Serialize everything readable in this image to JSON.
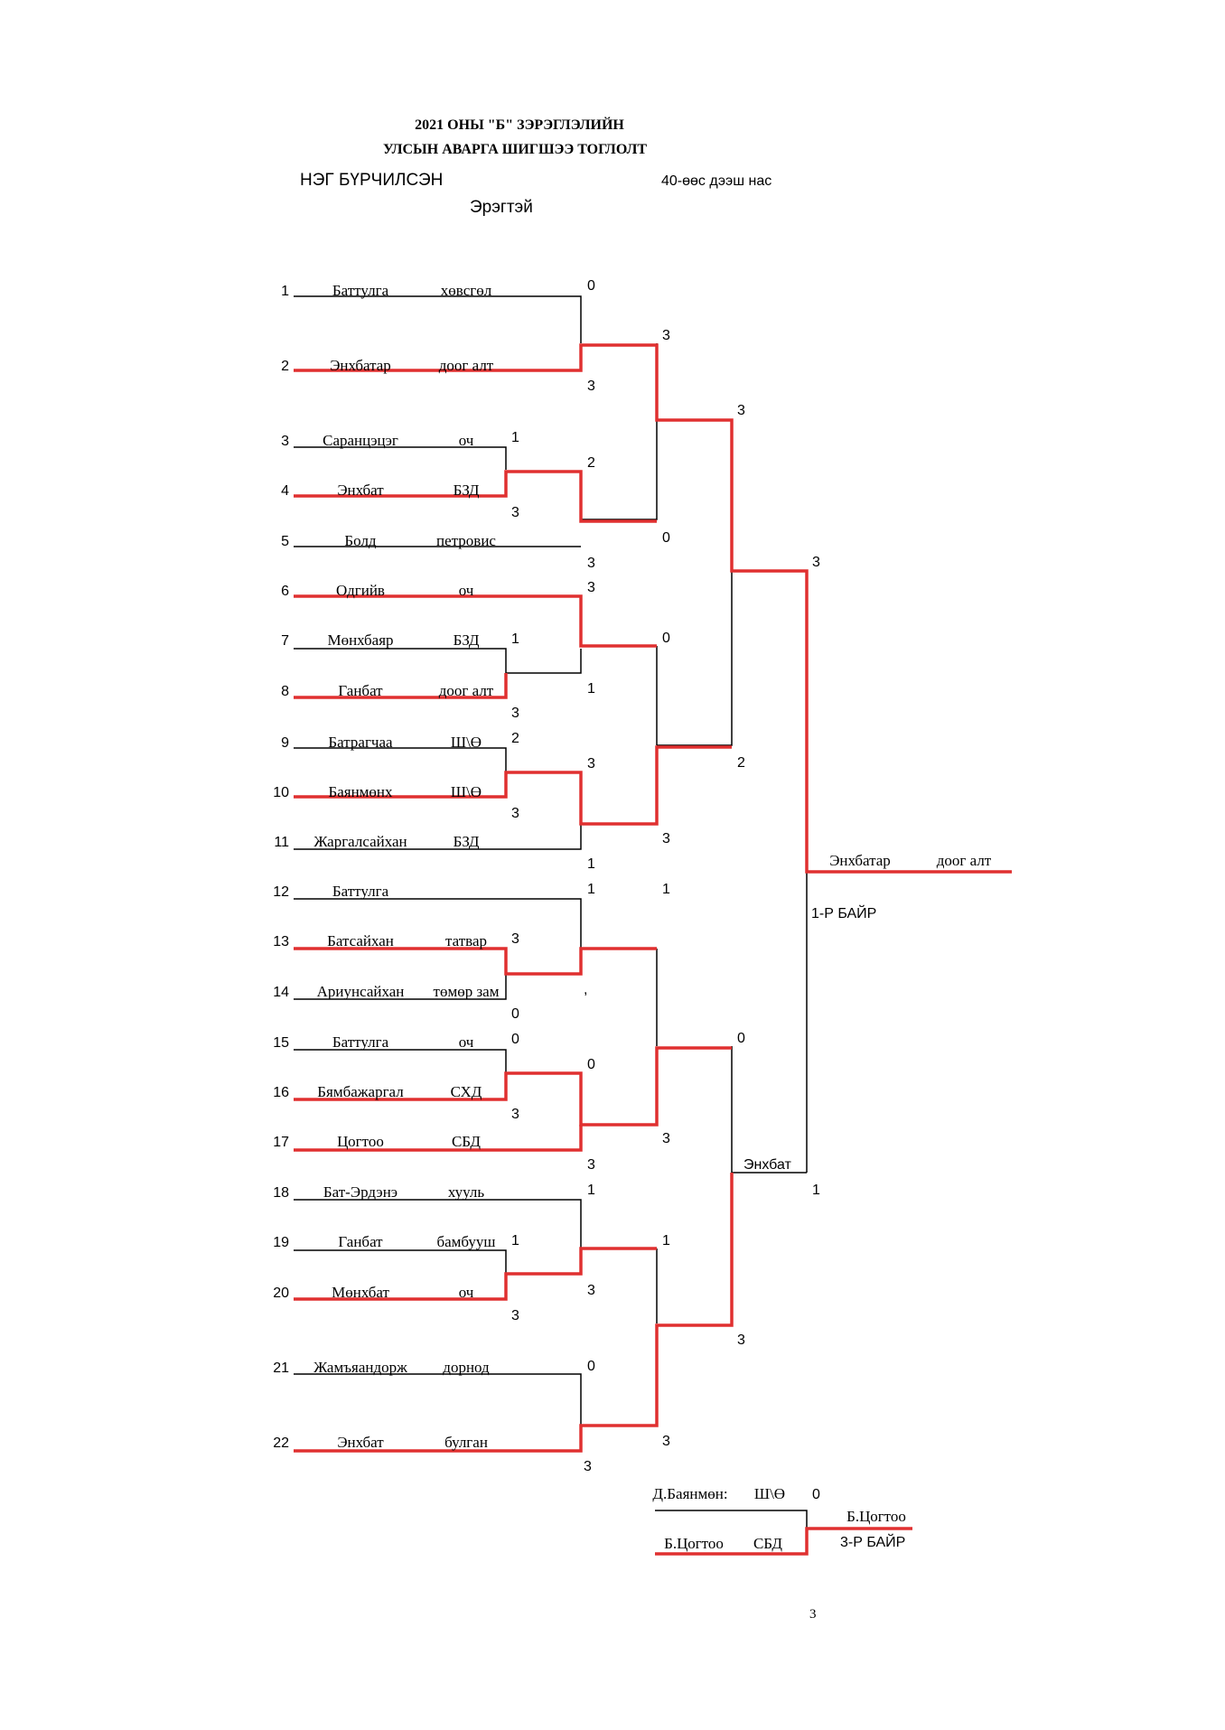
{
  "header": {
    "title_line1": "2021  ОНЫ  \"Б\" ЗЭРЭГЛЭЛИЙН",
    "title_line2": "УЛСЫН АВАРГА ШИГШЭЭ ТОГЛОЛТ",
    "type": "НЭГ БҮРЧИЛСЭН",
    "age": "40-өөс дээш нас",
    "gender": "Эрэгтэй"
  },
  "players": [
    {
      "seed": "1",
      "name": "Баттулга",
      "club": "хөвсгөл"
    },
    {
      "seed": "2",
      "name": "Энхбатар",
      "club": "доог алт"
    },
    {
      "seed": "3",
      "name": "Саранцэцэг",
      "club": "оч"
    },
    {
      "seed": "4",
      "name": "Энхбат",
      "club": "БЗД"
    },
    {
      "seed": "5",
      "name": "Болд",
      "club": "петровис"
    },
    {
      "seed": "6",
      "name": "Одгийв",
      "club": "оч"
    },
    {
      "seed": "7",
      "name": "Мөнхбаяр",
      "club": "БЗД"
    },
    {
      "seed": "8",
      "name": "Ганбат",
      "club": "доог алт"
    },
    {
      "seed": "9",
      "name": "Батрагчаа",
      "club": "Ш\\Ө"
    },
    {
      "seed": "10",
      "name": "Баянмөнх",
      "club": "Ш\\Ө"
    },
    {
      "seed": "11",
      "name": "Жаргалсайхан",
      "club": "БЗД"
    },
    {
      "seed": "12",
      "name": "Баттулга",
      "club": ""
    },
    {
      "seed": "13",
      "name": "Батсайхан",
      "club": "татвар"
    },
    {
      "seed": "14",
      "name": "Ариунсайхан",
      "club": "төмөр зам"
    },
    {
      "seed": "15",
      "name": "Баттулга",
      "club": "оч"
    },
    {
      "seed": "16",
      "name": "Бямбажаргал",
      "club": "СХД"
    },
    {
      "seed": "17",
      "name": "Цогтоо",
      "club": "СБД"
    },
    {
      "seed": "18",
      "name": "Бат-Эрдэнэ",
      "club": "хууль"
    },
    {
      "seed": "19",
      "name": "Ганбат",
      "club": "бамбууш"
    },
    {
      "seed": "20",
      "name": "Мөнхбат",
      "club": "оч"
    },
    {
      "seed": "21",
      "name": "Жамъяандорж",
      "club": "дорнод"
    },
    {
      "seed": "22",
      "name": "Энхбат",
      "club": "булган"
    }
  ],
  "scores": [
    {
      "text": "0"
    },
    {
      "text": "3"
    },
    {
      "text": "1"
    },
    {
      "text": "2"
    },
    {
      "text": "3"
    },
    {
      "text": "3"
    },
    {
      "text": "3"
    },
    {
      "text": "1"
    },
    {
      "text": "1"
    },
    {
      "text": "3"
    },
    {
      "text": "2"
    },
    {
      "text": "3"
    },
    {
      "text": "3"
    },
    {
      "text": "1"
    },
    {
      "text": "1"
    },
    {
      "text": "3"
    },
    {
      "text": ","
    },
    {
      "text": "0"
    },
    {
      "text": "0"
    },
    {
      "text": "0"
    },
    {
      "text": "3"
    },
    {
      "text": "3"
    },
    {
      "text": "1"
    },
    {
      "text": "1"
    },
    {
      "text": "3"
    },
    {
      "text": "3"
    },
    {
      "text": "0"
    },
    {
      "text": "3"
    },
    {
      "text": "3"
    },
    {
      "text": "0"
    },
    {
      "text": "0"
    },
    {
      "text": "3"
    },
    {
      "text": "1"
    },
    {
      "text": "3"
    },
    {
      "text": "1"
    },
    {
      "text": "3"
    },
    {
      "text": "3"
    },
    {
      "text": "2"
    },
    {
      "text": "0"
    },
    {
      "text": "3"
    },
    {
      "text": "3"
    },
    {
      "text": "1"
    }
  ],
  "semifinal_label": "Энхбат",
  "final": {
    "winner_name": "Энхбатар",
    "winner_club": "доог алт",
    "place_label": "1-Р БАЙР"
  },
  "third_place": {
    "player1_name": "Д.Баянмөн:",
    "player1_club": "Ш\\Ө",
    "player1_score": "0",
    "player2_name": "Б.Цогтоо",
    "player2_club": "СБД",
    "winner": "Б.Цогтоо",
    "place_label": "3-Р БАЙР"
  },
  "page_number": "3",
  "colors": {
    "winner_line": "#e03030",
    "loser_line": "#000000"
  }
}
